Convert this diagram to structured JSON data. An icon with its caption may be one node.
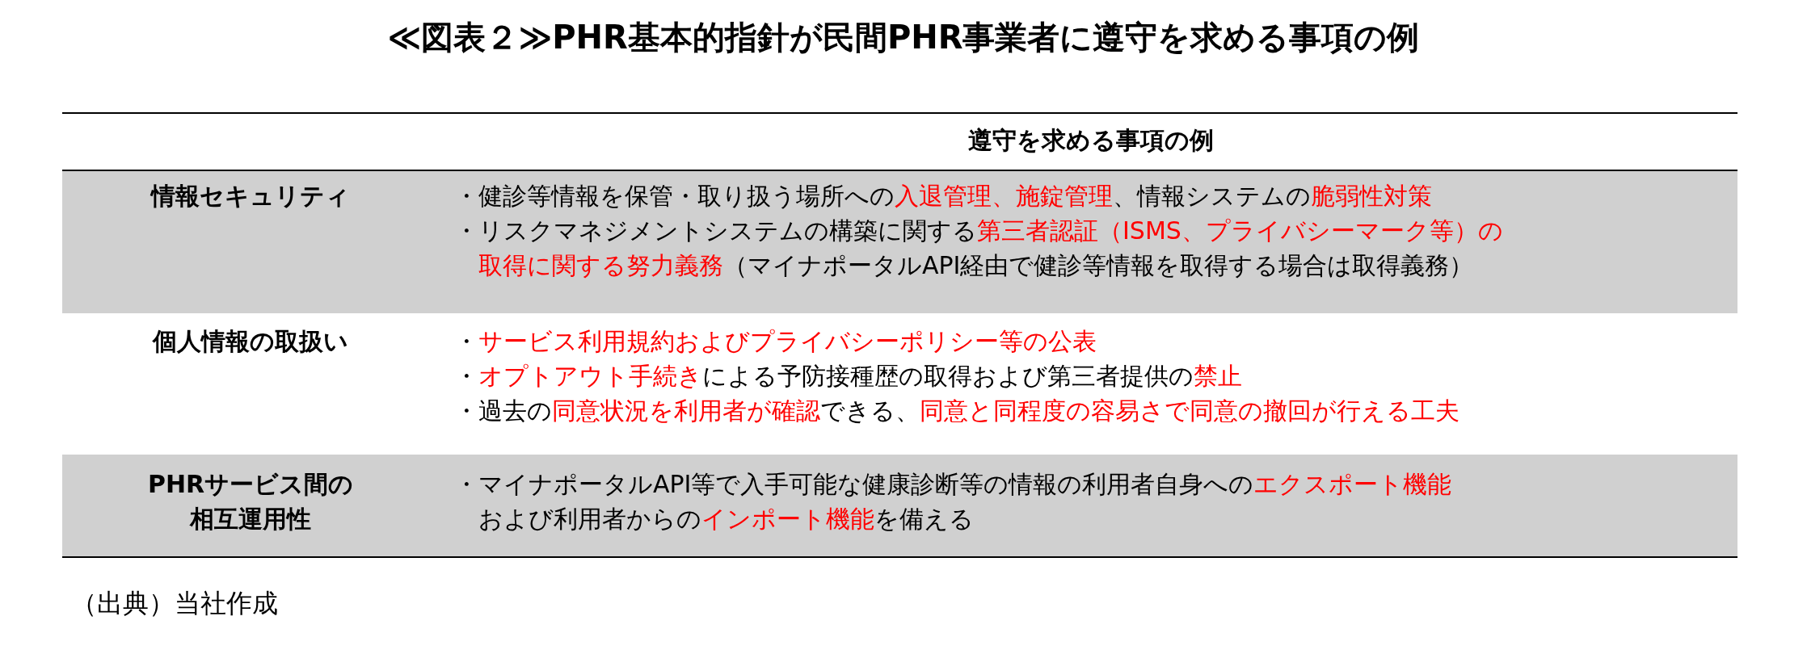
{
  "diagram": {
    "title": "≪図表２≫PHR基本的指針が民間PHR事業者に遵守を求める事項の例",
    "caption": "（出典）当社作成",
    "labels": [
      "遵守を求める事項の例",
      "情報セキュリティ",
      "・健診等情報を保管・取り扱う場所への入退管理、施錠管理、情報システムの脆弱性対策",
      "・リスクマネジメントシステムの構築に関する第三者認証（ISMS、プライバシーマーク等）の取得に関する努力義務（マイナポータルAPI経由で健診等情報を取得する場合は取得義務）",
      "個人情報の取扱い",
      "・サービス利用規約およびプライバシーポリシー等の公表",
      "・オプトアウト手続きによる予防接種歴の取得および第三者提供の禁止",
      "・過去の同意状況を利用者が確認できる、同意と同程度の容易さで同意の撤回が行える工夫",
      "PHRサービス間の相互運用性",
      "・マイナポータルAPI等で入手可能な健康診断等の情報の利用者自身へのエクスポート機能および利用者からのインポート機能を備える"
    ]
  }
}
